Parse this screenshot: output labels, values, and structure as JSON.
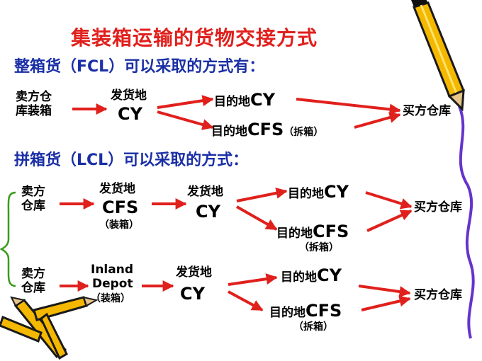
{
  "title": "集装箱运输的货物交接方式",
  "fcl": {
    "heading": "整箱货（FCL）可以采取的方式有：",
    "seller": [
      "卖方仓",
      "库装箱"
    ],
    "origin_label": "发货地",
    "origin_code": "CY",
    "dest_cy_prefix": "目的地",
    "dest_cy_code": "CY",
    "dest_cfs_prefix": "目的地",
    "dest_cfs_code": "CFS",
    "dest_cfs_note": "（拆箱）",
    "buyer": "买方仓库"
  },
  "lcl": {
    "heading": "拼箱货（LCL）可以采取的方式：",
    "route1": {
      "seller": [
        "卖方",
        "仓库"
      ],
      "stage1_label": "发货地",
      "stage1_code": "CFS",
      "stage1_note": "（装箱）",
      "stage2_label": "发货地",
      "stage2_code": "CY",
      "dest_cy_prefix": "目的地",
      "dest_cy_code": "CY",
      "dest_cfs_prefix": "目的地",
      "dest_cfs_code": "CFS",
      "dest_cfs_note": "（拆箱）",
      "buyer": "买方仓库"
    },
    "route2": {
      "seller": [
        "卖方",
        "仓库"
      ],
      "stage1_line1": "Inland",
      "stage1_line2": "Depot",
      "stage1_note": "（装箱）",
      "stage2_label": "发货地",
      "stage2_code": "CY",
      "dest_cy_prefix": "目的地",
      "dest_cy_code": "CY",
      "dest_cfs_prefix": "目的地",
      "dest_cfs_code": "CFS",
      "dest_cfs_note": "（拆箱）",
      "buyer": "买方仓库"
    }
  },
  "colors": {
    "title": "#e0201c",
    "heading": "#1a2fa5",
    "arrow": "#e0201c",
    "bracket": "#3a9a1a",
    "ribbon": "#6633cc",
    "pencil_body": "#f5b800",
    "pencil_outline": "#1a1a1a"
  }
}
